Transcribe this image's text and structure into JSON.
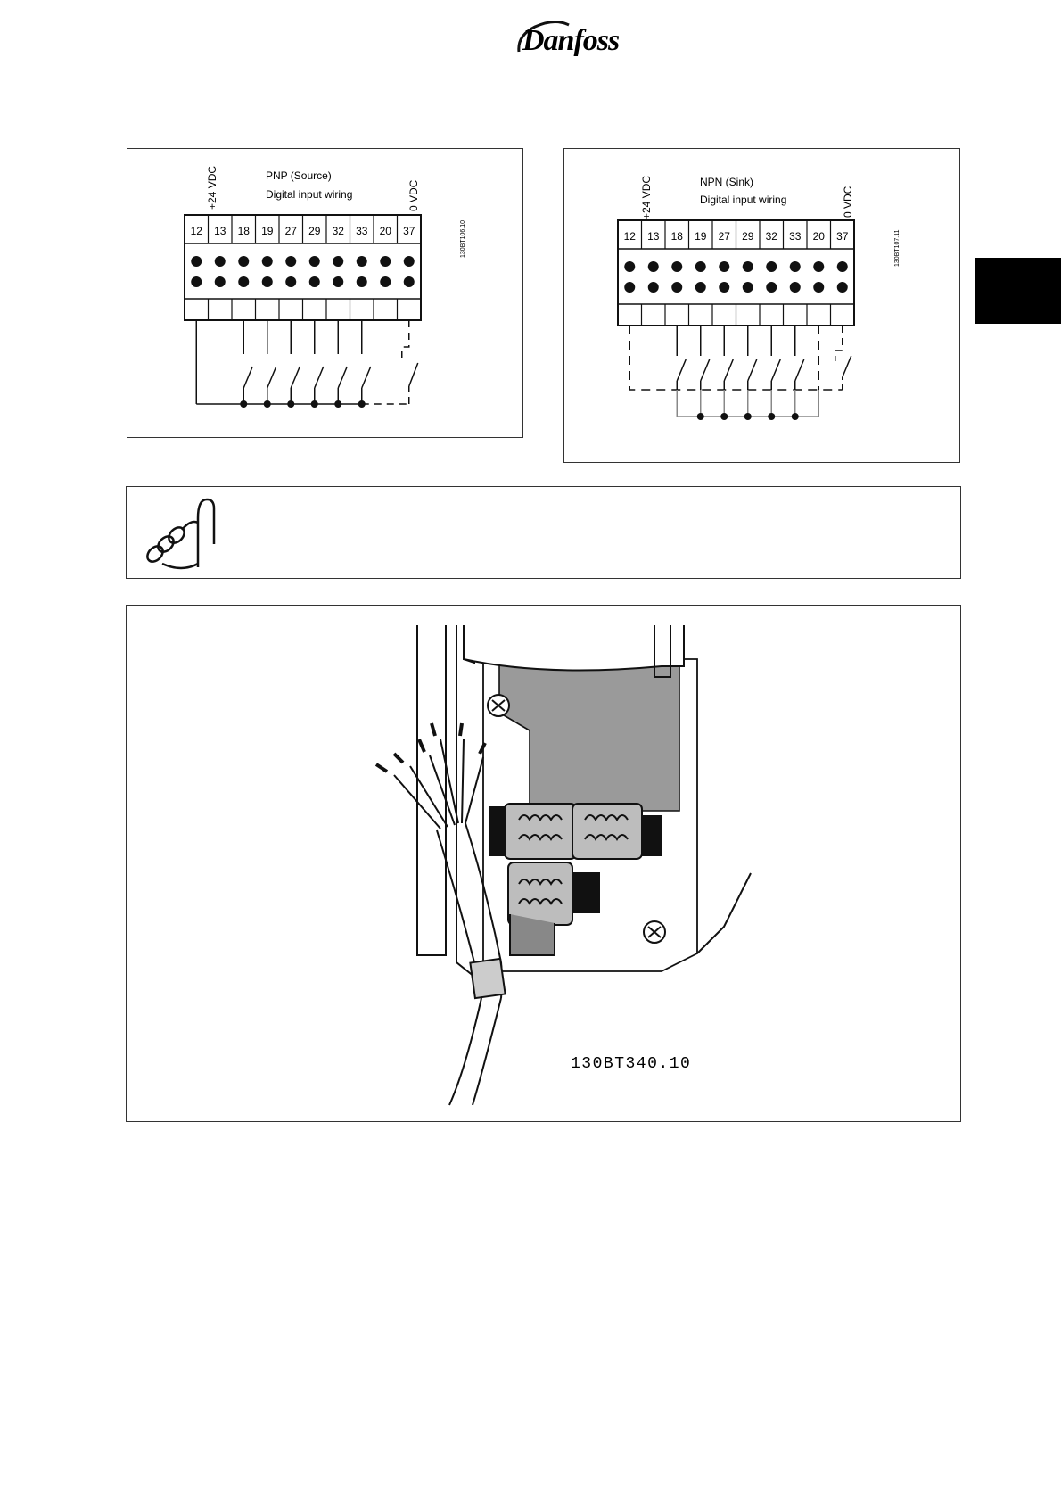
{
  "header": {
    "logo_text": "Danfoss"
  },
  "pnp_diagram": {
    "title": "PNP (Source)",
    "subtitle": "Digital input wiring",
    "label_24v": "+24 VDC",
    "label_0v": "0 VDC",
    "figure_id": "130BT106.10",
    "terminals": [
      "12",
      "13",
      "18",
      "19",
      "27",
      "29",
      "32",
      "33",
      "20",
      "37"
    ]
  },
  "npn_diagram": {
    "title": "NPN (Sink)",
    "subtitle": "Digital input wiring",
    "label_24v": "+24 VDC",
    "label_0v": "0 VDC",
    "figure_id": "130BT107.11",
    "terminals": [
      "12",
      "13",
      "18",
      "19",
      "27",
      "29",
      "32",
      "33",
      "20",
      "37"
    ]
  },
  "note": {
    "icon": "pen-hand-note-icon",
    "text": ""
  },
  "cable_illustration": {
    "figure_id": "130BT340.10"
  }
}
